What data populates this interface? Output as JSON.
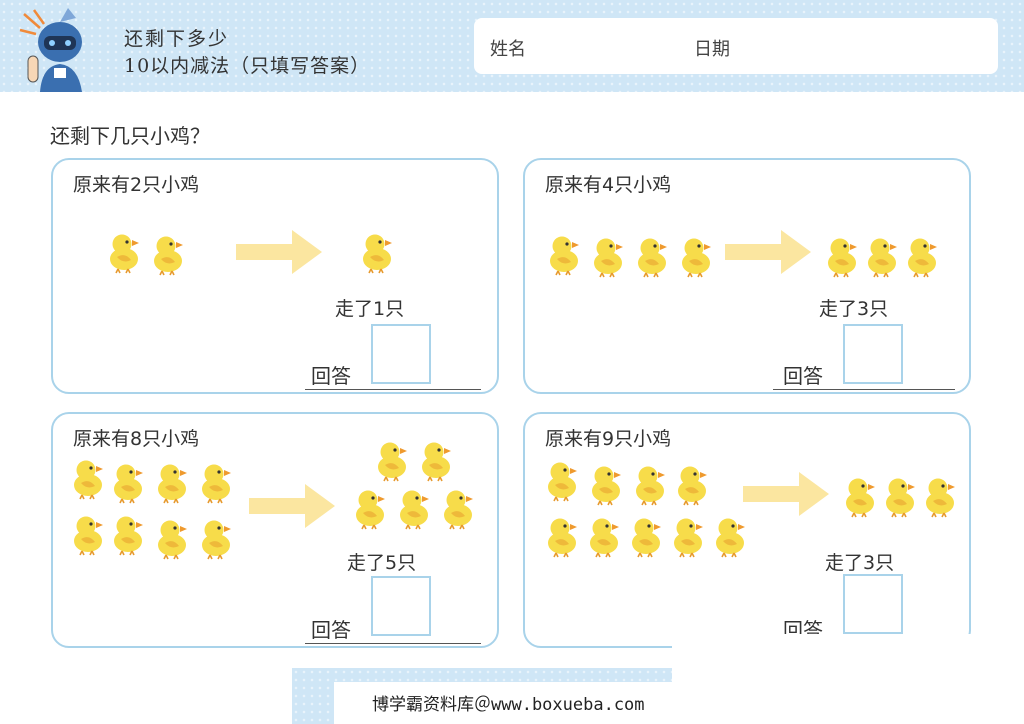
{
  "header": {
    "title": "还剩下多少",
    "subtitle": "10以内减法（只填写答案）",
    "name_label": "姓名",
    "date_label": "日期"
  },
  "question": "还剩下几只小鸡？",
  "panels": [
    {
      "title": "原来有2只小鸡",
      "away": "走了1只",
      "answer_label": "回答"
    },
    {
      "title": "原来有4只小鸡",
      "away": "走了3只",
      "answer_label": "回答"
    },
    {
      "title": "原来有8只小鸡",
      "away": "走了5只",
      "answer_label": "回答"
    },
    {
      "title": "原来有9只小鸡",
      "away": "走了3只",
      "answer_label": "回答"
    }
  ],
  "footer": "博学霸资料库＠www.boxueba.com",
  "colors": {
    "header_bg": "#cfe6f6",
    "panel_border": "#a9d3ea",
    "chick": "#f7dc4a",
    "arrow": "#fbe6a0"
  }
}
